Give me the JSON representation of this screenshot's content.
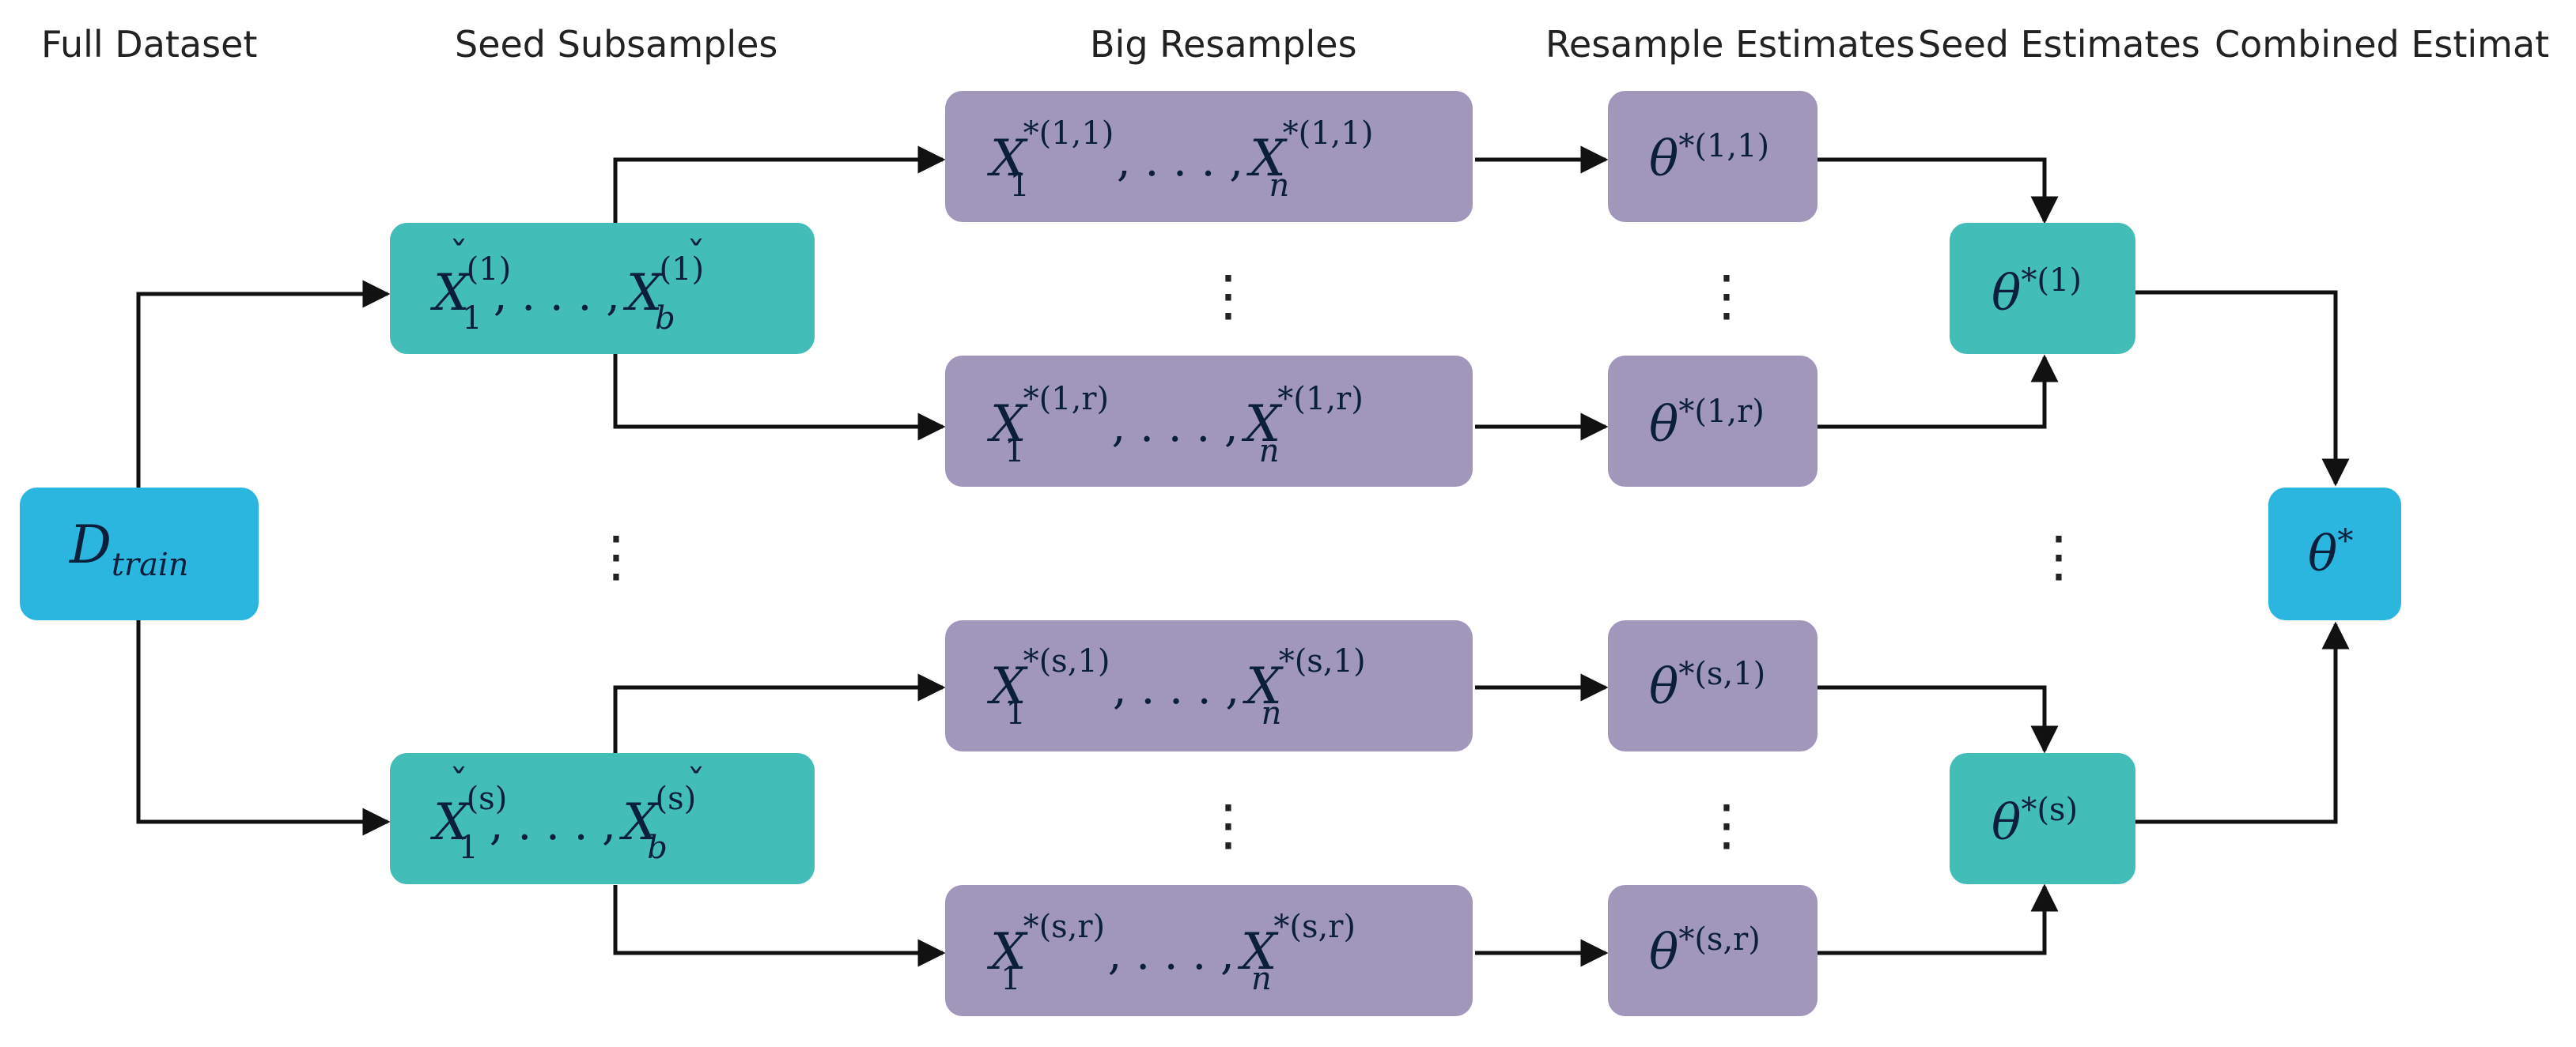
{
  "headers": {
    "full_dataset": "Full Dataset",
    "seed_subsamples": "Seed Subsamples",
    "big_resamples": "Big Resamples",
    "resample_estimates": "Resample Estimates",
    "seed_estimates": "Seed Estimates",
    "combined_estimate": "Combined Estimat"
  },
  "colors": {
    "blue": "#2bb6e0",
    "teal": "#42bdb8",
    "purple": "#a097bb",
    "arrow": "#111111"
  },
  "nodes": {
    "d_train": {
      "base": "D",
      "sub": "train"
    },
    "seed_1": {
      "x": "X",
      "accent": "ˇ",
      "sub_first": "1",
      "sub_last": "b",
      "sup": "(1)",
      "ellipsis": ", . . . ,"
    },
    "seed_s": {
      "x": "X",
      "accent": "ˇ",
      "sub_first": "1",
      "sub_last": "b",
      "sup": "(s)",
      "ellipsis": ", . . . ,"
    },
    "resample_1_1": {
      "x": "X",
      "sub_first": "1",
      "sub_last": "n",
      "sup": "*(1,1)",
      "ellipsis": ", . . . ,"
    },
    "resample_1_r": {
      "x": "X",
      "sub_first": "1",
      "sub_last": "n",
      "sup": "*(1,r)",
      "ellipsis": ", . . . ,"
    },
    "resample_s_1": {
      "x": "X",
      "sub_first": "1",
      "sub_last": "n",
      "sup": "*(s,1)",
      "ellipsis": ", . . . ,"
    },
    "resample_s_r": {
      "x": "X",
      "sub_first": "1",
      "sub_last": "n",
      "sup": "*(s,r)",
      "ellipsis": ", . . . ,"
    },
    "estimate_1_1": {
      "theta": "θ",
      "sup": "*(1,1)"
    },
    "estimate_1_r": {
      "theta": "θ",
      "sup": "*(1,r)"
    },
    "estimate_s_1": {
      "theta": "θ",
      "sup": "*(s,1)"
    },
    "estimate_s_r": {
      "theta": "θ",
      "sup": "*(s,r)"
    },
    "seed_estimate_1": {
      "theta": "θ",
      "sup": "*(1)"
    },
    "seed_estimate_s": {
      "theta": "θ",
      "sup": "*(s)"
    },
    "combined": {
      "theta": "θ",
      "sup": "*"
    }
  },
  "ellipsis_vertical": "⋮"
}
